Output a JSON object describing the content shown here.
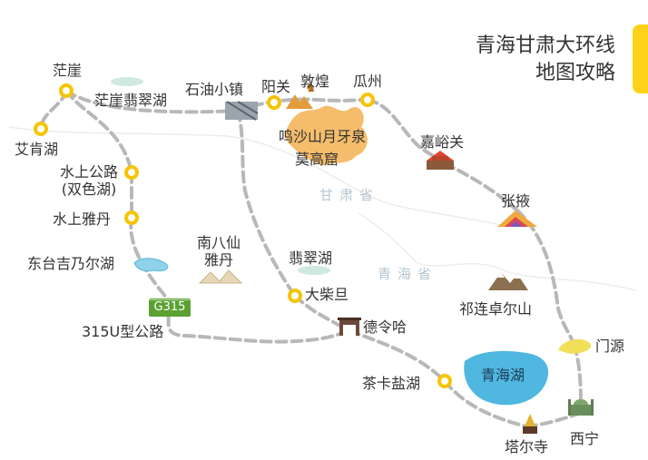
{
  "title": {
    "line1": "青海甘肃大环线",
    "line2": "地图攻略"
  },
  "provinces": {
    "gansu": "甘肃省",
    "qinghai": "青海省"
  },
  "places": {
    "mangya": "茫崖",
    "mangya_feicui_lake": "茫崖翡翠湖",
    "aiken_lake": "艾肯湖",
    "shuishang_road_1": "水上公路",
    "shuishang_road_2": "(双色湖)",
    "shuishang_yadan": "水上雅丹",
    "dongtai_lake": "东台吉乃尔湖",
    "nanbaxian_1": "南八仙",
    "nanbaxian_2": "雅丹",
    "road_315u": "315U型公路",
    "shiyou_town": "石油小镇",
    "yangguan": "阳关",
    "dunhuang": "敦煌",
    "guazhou": "瓜州",
    "mingsha": "鸣沙山月牙泉",
    "mogao": "莫高窟",
    "jiayuguan": "嘉峪关",
    "zhangye": "张掖",
    "qilian": "祁连卓尔山",
    "menyuan": "门源",
    "feicui_lake": "翡翠湖",
    "dachaidan": "大柴旦",
    "delingha": "德令哈",
    "chaka": "茶卡盐湖",
    "qinghai_lake": "青海湖",
    "taer_temple": "塔尔寺",
    "xining": "西宁"
  },
  "road_badge": "G315",
  "colors": {
    "route": "#b8b8b8",
    "stop_marker": "#f6c400",
    "title_bar": "#ffd21a",
    "road_badge": "#5aa132",
    "lake": "#4fb7e0",
    "sand": "#f5bd6b",
    "province_label": "#b7c7d0"
  }
}
